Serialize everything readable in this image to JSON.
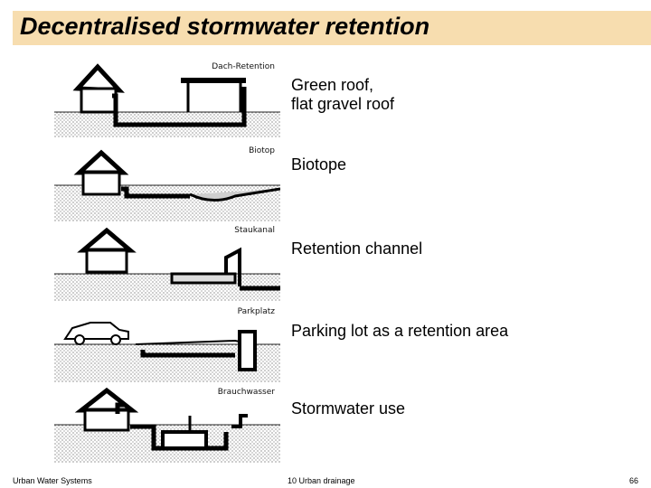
{
  "slide": {
    "title": "Decentralised stormwater retention",
    "title_bar_color": "#f7ddaf"
  },
  "panels": [
    {
      "tag": "Dach-Retention",
      "caption_line1": "Green roof,",
      "caption_line2": "flat gravel roof",
      "icon": "house-green-roof-illustration"
    },
    {
      "tag": "Biotop",
      "caption": "Biotope",
      "icon": "house-biotope-illustration"
    },
    {
      "tag": "Staukanal",
      "caption": "Retention channel",
      "icon": "house-retention-channel-illustration"
    },
    {
      "tag": "Parkplatz",
      "caption": "Parking lot as a retention area",
      "icon": "car-parking-lot-illustration"
    },
    {
      "tag": "Brauchwasser",
      "caption": "Stormwater use",
      "icon": "house-stormwater-use-illustration"
    }
  ],
  "footer": {
    "left": "Urban Water Systems",
    "center": "10 Urban drainage",
    "page": "66"
  }
}
